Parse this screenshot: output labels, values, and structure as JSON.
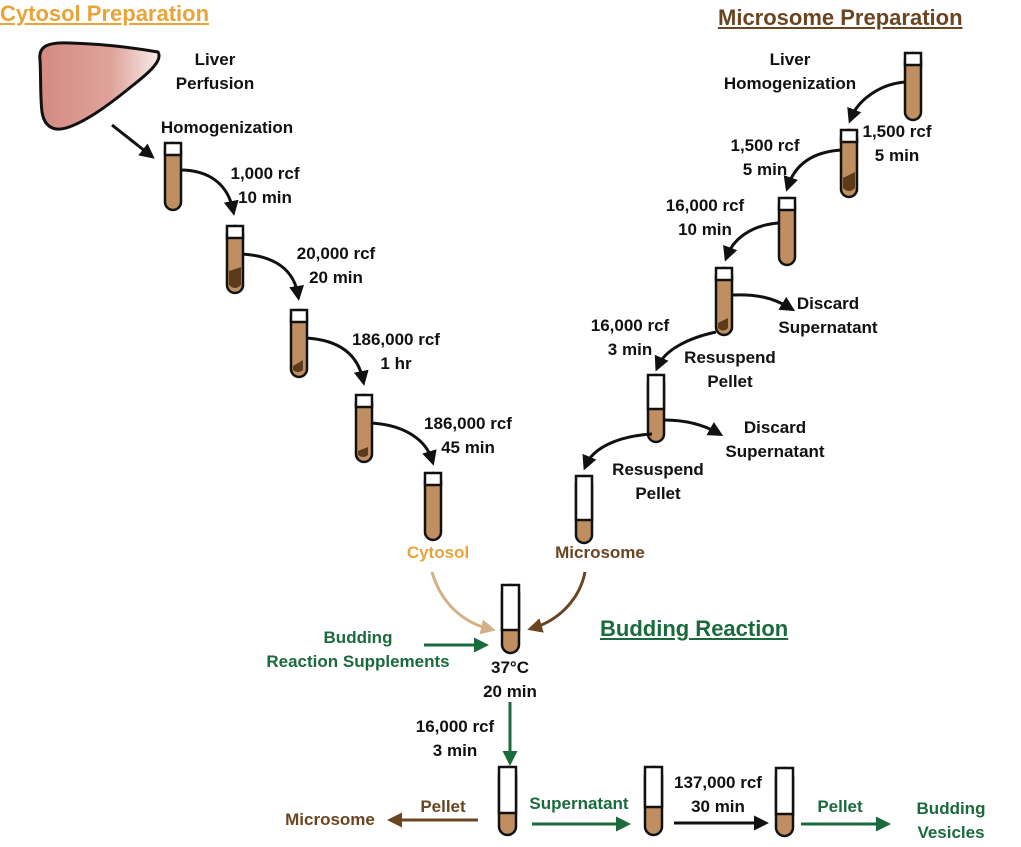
{
  "titles": {
    "cytosol": "Cytosol Preparation",
    "microsome": "Microsome Preparation",
    "budding": "Budding Reaction"
  },
  "cytosol_steps": {
    "liver_perfusion": "Liver\nPerfusion",
    "homogenization": "Homogenization",
    "spin1": "1,000 rcf\n10 min",
    "spin2": "20,000 rcf\n20 min",
    "spin3": "186,000 rcf\n1 hr",
    "spin4": "186,000 rcf\n45 min",
    "product": "Cytosol"
  },
  "microsome_steps": {
    "liver_homogenization": "Liver\nHomogenization",
    "spin1": "1,500 rcf\n5 min",
    "spin2": "1,500 rcf\n5 min",
    "spin3": "16,000 rcf\n10 min",
    "discard1": "Discard\nSupernatant",
    "spin4": "16,000 rcf\n3 min",
    "resuspend1": "Resuspend\nPellet",
    "discard2": "Discard\nSupernatant",
    "resuspend2": "Resuspend\nPellet",
    "product": "Microsome"
  },
  "budding": {
    "supplements": "Budding\nReaction Supplements",
    "incubation": "37°C\n20 min",
    "spin1": "16,000 rcf\n3 min",
    "pellet_label": "Pellet",
    "pellet_product": "Microsome",
    "supernatant_label": "Supernatant",
    "spin2": "137,000 rcf\n30 min",
    "pellet2_label": "Pellet",
    "final_product": "Budding\nVesicles"
  },
  "colors": {
    "cytosol": "#e8a339",
    "cytosol_arrow": "#d4b086",
    "microsome": "#6b4522",
    "budding": "#1a6b3c",
    "tube_fill": "#bf8f62",
    "pellet": "#5c3a1a",
    "liver": "#d9938a"
  }
}
